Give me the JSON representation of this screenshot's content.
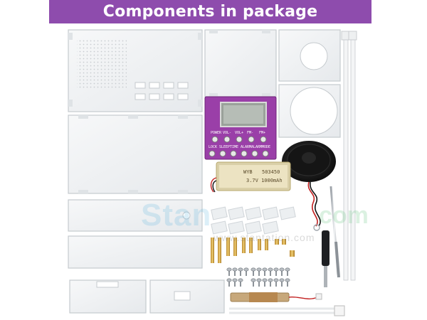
{
  "banner": {
    "title": "Components in package",
    "background": "#8e4cad",
    "text_color": "#ffffff"
  },
  "pcb": {
    "color": "#9a3fa8",
    "button_labels_top": [
      "POWER",
      "VOL-",
      "VOL+",
      "FM-",
      "FM+"
    ],
    "button_labels_bottom": [
      "LOCK",
      "SLEEP",
      "TIME",
      "ALARM",
      "ALARM",
      "MODE"
    ]
  },
  "battery": {
    "model": "WYB",
    "part": "503450",
    "rating": "3.7V 1000mAh"
  },
  "watermark": {
    "brand": "Stan",
    "domain_suffix": "com",
    "url": "www.stantation.com"
  },
  "icons": [
    "acrylic-panel",
    "pcb-board",
    "lcd-screen",
    "speaker",
    "battery",
    "antenna",
    "screwdriver",
    "cable-tie",
    "copper-standoff",
    "screw",
    "foam-pad",
    "ferrite-antenna-coil"
  ]
}
